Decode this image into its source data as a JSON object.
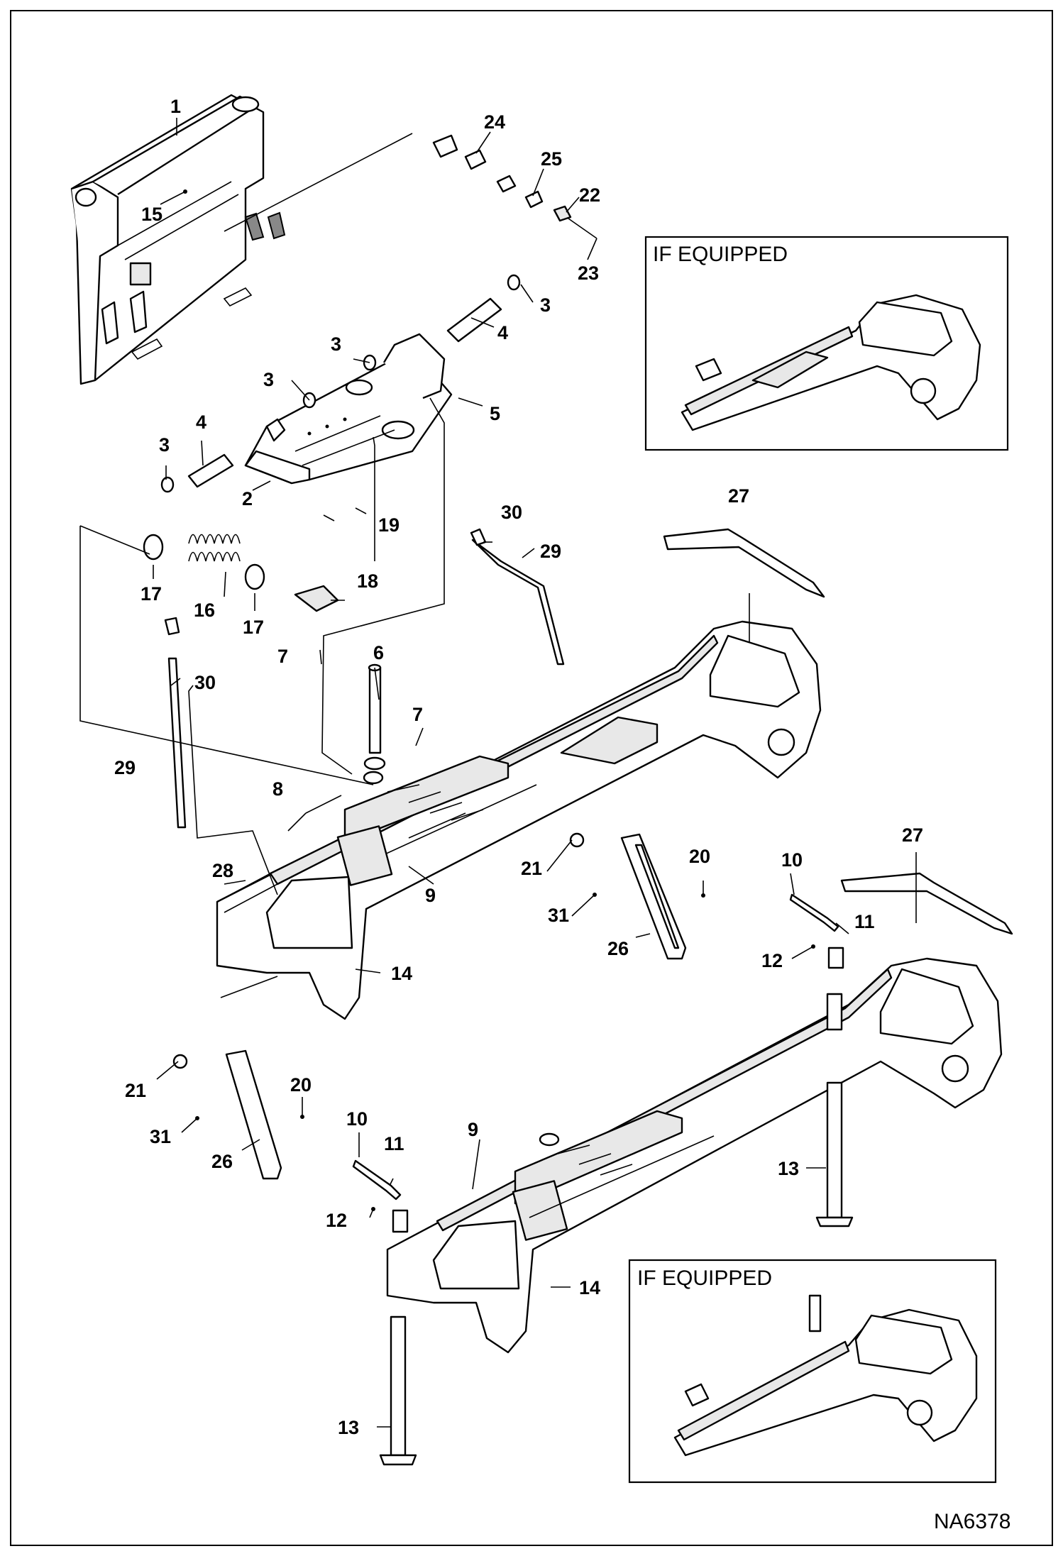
{
  "diagram": {
    "reference_code": "NA6378",
    "inset_labels": [
      "IF EQUIPPED",
      "IF EQUIPPED"
    ],
    "callouts": [
      {
        "id": "c1",
        "text": "1"
      },
      {
        "id": "c2",
        "text": "2"
      },
      {
        "id": "c3a",
        "text": "3"
      },
      {
        "id": "c3b",
        "text": "3"
      },
      {
        "id": "c3c",
        "text": "3"
      },
      {
        "id": "c3d",
        "text": "3"
      },
      {
        "id": "c4a",
        "text": "4"
      },
      {
        "id": "c4b",
        "text": "4"
      },
      {
        "id": "c5",
        "text": "5"
      },
      {
        "id": "c6",
        "text": "6"
      },
      {
        "id": "c7a",
        "text": "7"
      },
      {
        "id": "c7b",
        "text": "7"
      },
      {
        "id": "c8",
        "text": "8"
      },
      {
        "id": "c9a",
        "text": "9"
      },
      {
        "id": "c9b",
        "text": "9"
      },
      {
        "id": "c10a",
        "text": "10"
      },
      {
        "id": "c10b",
        "text": "10"
      },
      {
        "id": "c11a",
        "text": "11"
      },
      {
        "id": "c11b",
        "text": "11"
      },
      {
        "id": "c12a",
        "text": "12"
      },
      {
        "id": "c12b",
        "text": "12"
      },
      {
        "id": "c13a",
        "text": "13"
      },
      {
        "id": "c13b",
        "text": "13"
      },
      {
        "id": "c14a",
        "text": "14"
      },
      {
        "id": "c14b",
        "text": "14"
      },
      {
        "id": "c15",
        "text": "15"
      },
      {
        "id": "c16",
        "text": "16"
      },
      {
        "id": "c17a",
        "text": "17"
      },
      {
        "id": "c17b",
        "text": "17"
      },
      {
        "id": "c18",
        "text": "18"
      },
      {
        "id": "c19",
        "text": "19"
      },
      {
        "id": "c20a",
        "text": "20"
      },
      {
        "id": "c20b",
        "text": "20"
      },
      {
        "id": "c21a",
        "text": "21"
      },
      {
        "id": "c21b",
        "text": "21"
      },
      {
        "id": "c22",
        "text": "22"
      },
      {
        "id": "c23",
        "text": "23"
      },
      {
        "id": "c24",
        "text": "24"
      },
      {
        "id": "c25",
        "text": "25"
      },
      {
        "id": "c26a",
        "text": "26"
      },
      {
        "id": "c26b",
        "text": "26"
      },
      {
        "id": "c27a",
        "text": "27"
      },
      {
        "id": "c27b",
        "text": "27"
      },
      {
        "id": "c28",
        "text": "28"
      },
      {
        "id": "c29a",
        "text": "29"
      },
      {
        "id": "c29b",
        "text": "29"
      },
      {
        "id": "c30a",
        "text": "30"
      },
      {
        "id": "c30b",
        "text": "30"
      },
      {
        "id": "c31a",
        "text": "31"
      },
      {
        "id": "c31b",
        "text": "31"
      }
    ]
  }
}
